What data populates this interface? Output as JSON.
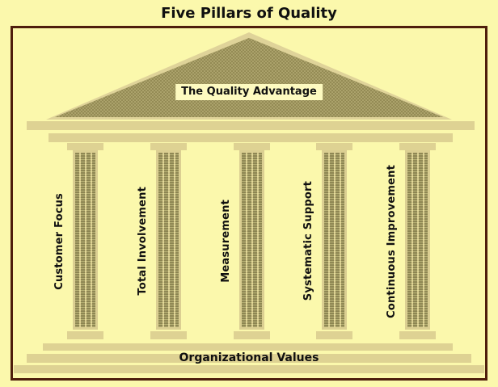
{
  "title": "Five Pillars of Quality",
  "pediment": {
    "label": "The Quality Advantage"
  },
  "pillars": [
    {
      "label": "Customer Focus"
    },
    {
      "label": "Total Involvement"
    },
    {
      "label": "Measurement"
    },
    {
      "label": "Systematic Support"
    },
    {
      "label": "Continuous Improvement"
    }
  ],
  "base": {
    "label": "Organizational Values"
  },
  "colors": {
    "background": "#FBF8AC",
    "frame_border": "#4E1E0C",
    "stone_tan": "#DED293",
    "shaft_background": "#DBCF92",
    "flute_dark": "#928A56",
    "pediment_fill": "#A79E66",
    "pediment_fill_dark": "#948B55",
    "pediment_label_background": "#FDFAC0",
    "text": "#101010"
  }
}
